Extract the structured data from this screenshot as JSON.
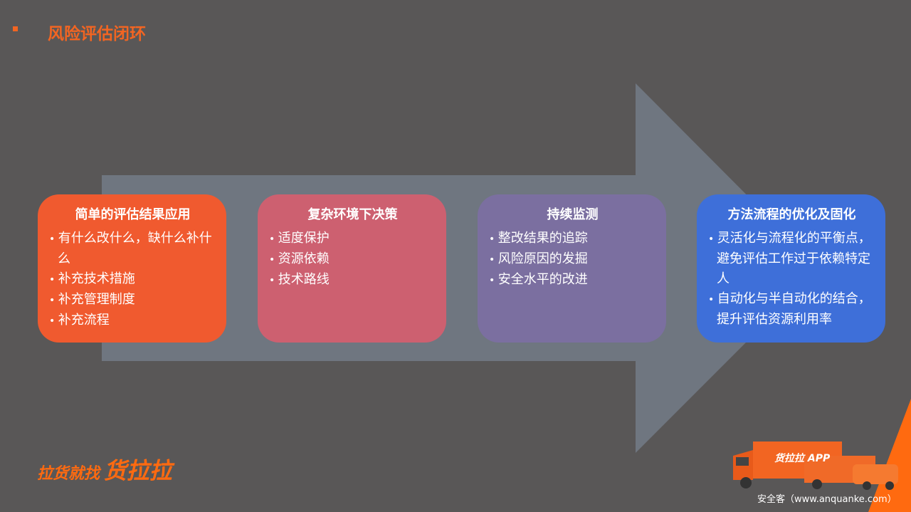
{
  "title": "风险评估闭环",
  "boxes": [
    {
      "heading": "简单的评估结果应用",
      "items": [
        "有什么改什么，缺什么补什么",
        "补充技术措施",
        "补充管理制度",
        "补充流程"
      ]
    },
    {
      "heading": "复杂环境下决策",
      "items": [
        "适度保护",
        "资源依赖",
        "技术路线"
      ]
    },
    {
      "heading": "持续监测",
      "items": [
        "整改结果的追踪",
        "风险原因的发掘",
        "安全水平的改进"
      ]
    },
    {
      "heading": "方法流程的优化及固化",
      "items": [
        "灵活化与流程化的平衡点，避免评估工作过于依赖特定人",
        "自动化与半自动化的结合，提升评估资源利用率"
      ]
    }
  ],
  "logo": {
    "slogan": "拉货就找",
    "brand": "货拉拉"
  },
  "trucks_text": "货拉拉 APP",
  "credit": "安全客（www.anquanke.com）",
  "colors": {
    "accent": "#f26522",
    "arrow": "#6f7680",
    "box1": "#f05a2f",
    "box2": "#cd6070",
    "box3": "#7b6fa0",
    "box4": "#3e6fd9"
  }
}
